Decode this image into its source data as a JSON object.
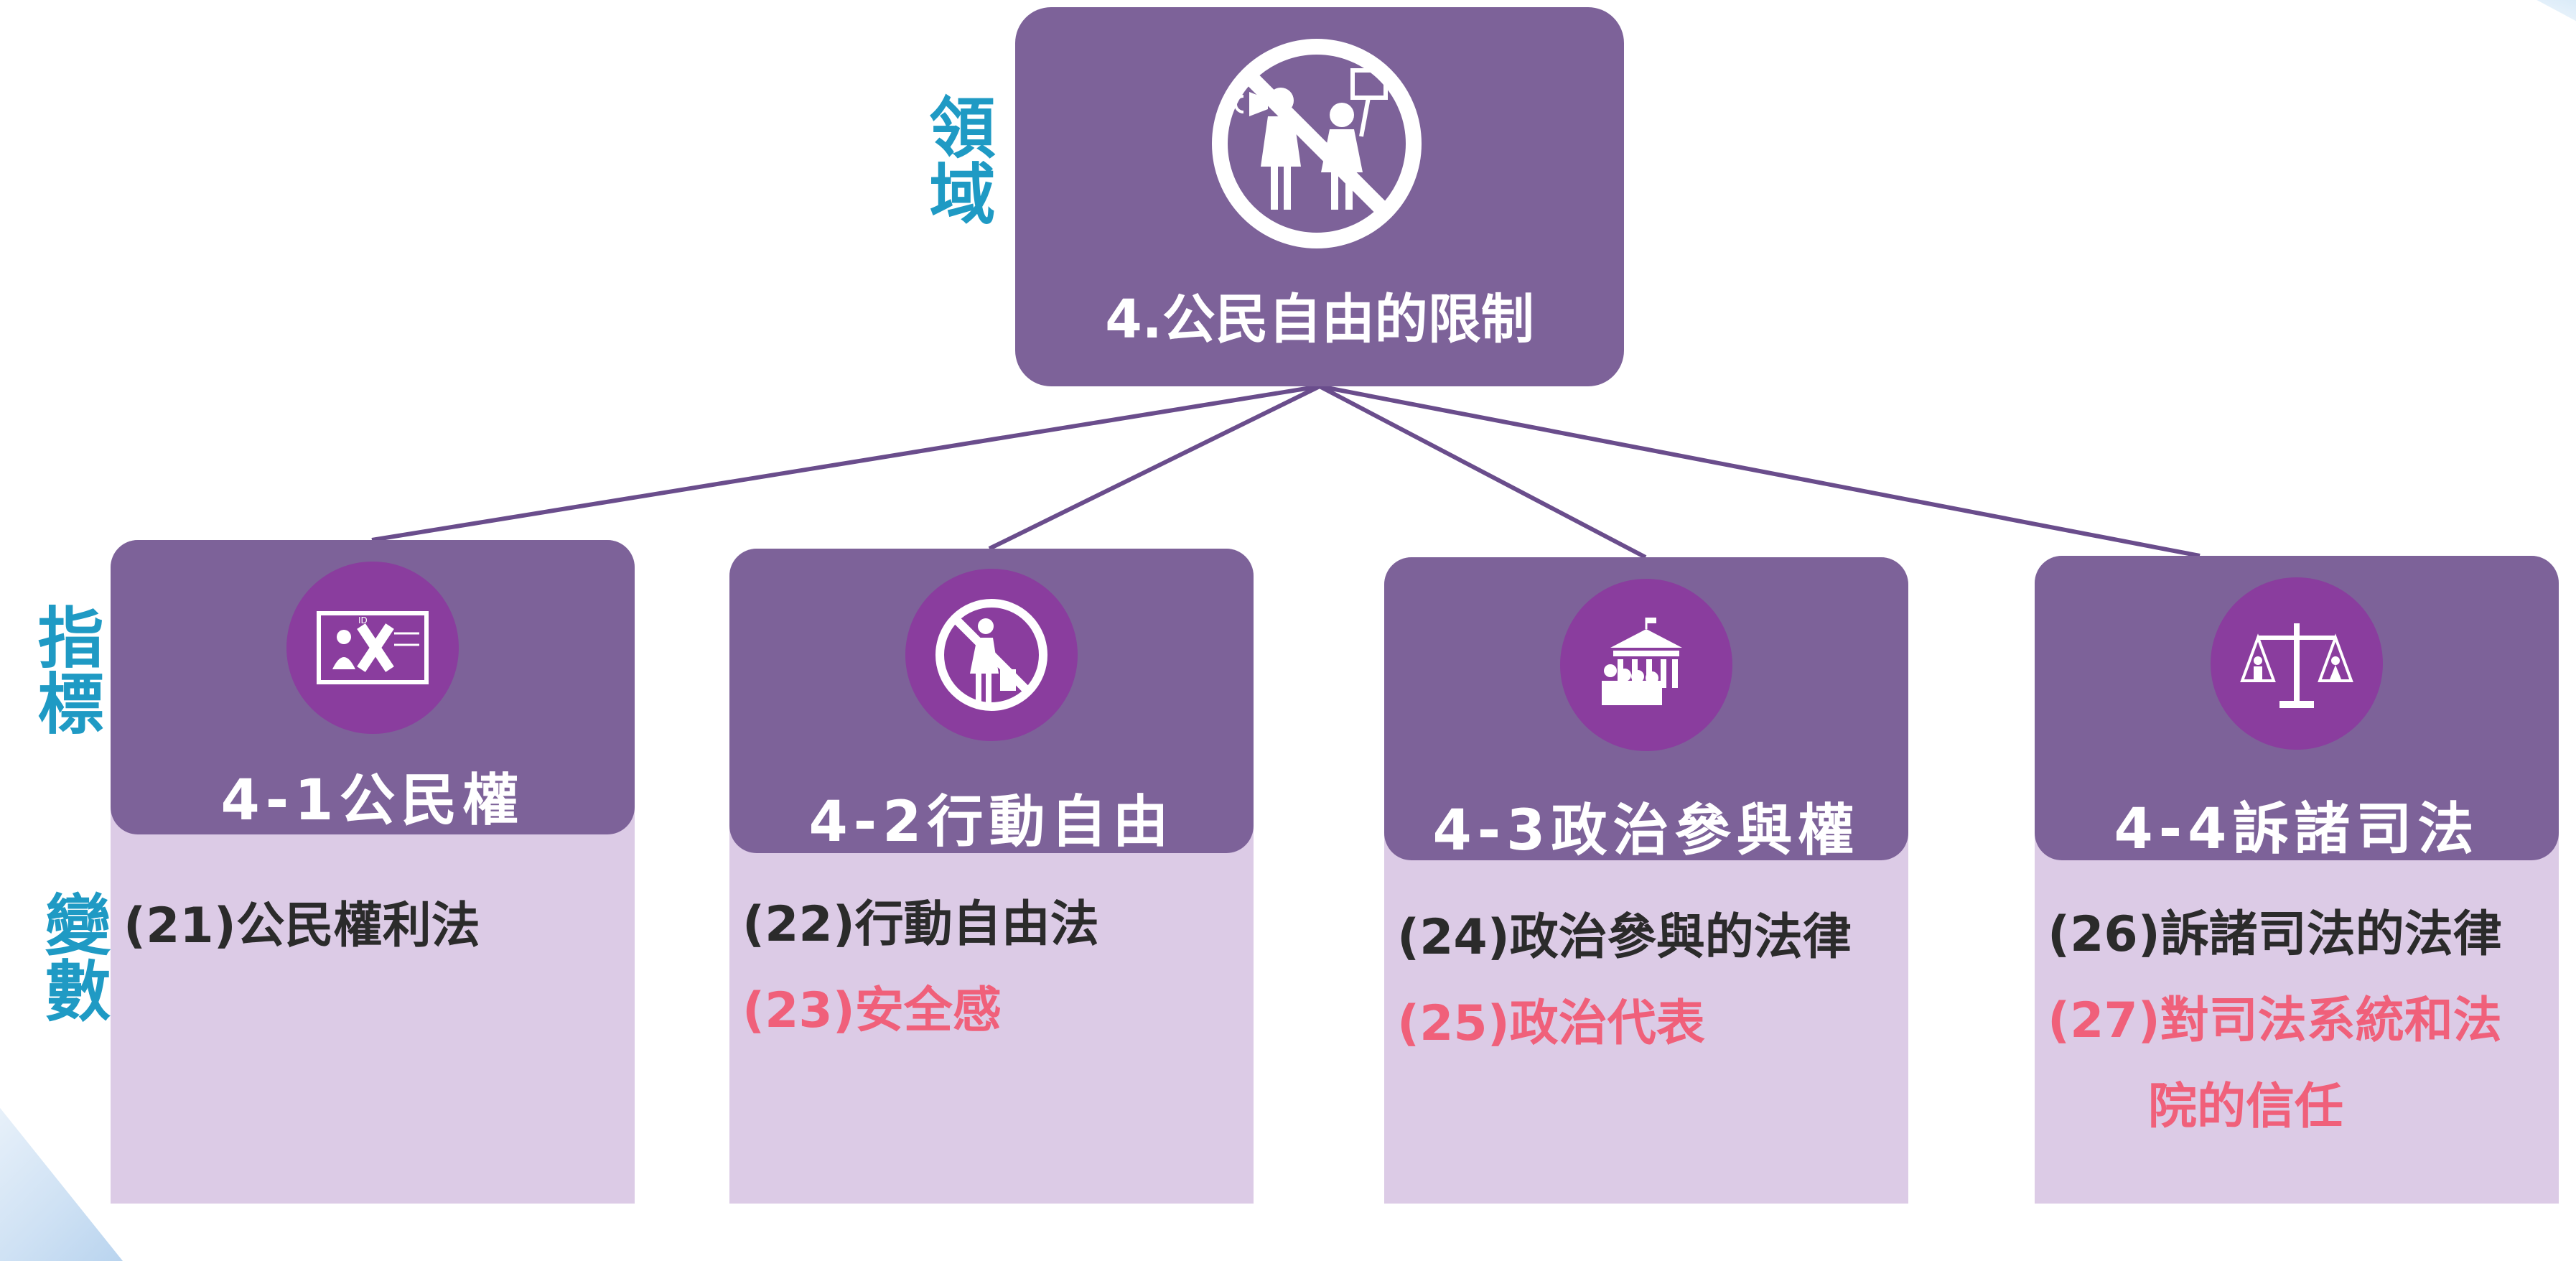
{
  "side_labels": {
    "domain": "領域",
    "indicator": "指標",
    "variable": "變數"
  },
  "root": {
    "title": "4.公民自由的限制",
    "icon": "no-protest-icon"
  },
  "indicators": [
    {
      "title": "4-1公民權",
      "icon": "id-card-no-icon",
      "icon_text": "ID",
      "variables": [
        {
          "text": "(21)公民權利法",
          "color": "#2b2b2b"
        }
      ]
    },
    {
      "title": "4-2行動自由",
      "icon": "no-travel-icon",
      "variables": [
        {
          "text": "(22)行動自由法",
          "color": "#2b2b2b"
        },
        {
          "text": "(23)安全感",
          "color": "#f0607a"
        }
      ]
    },
    {
      "title": "4-3政治參與權",
      "icon": "parliament-crowd-icon",
      "variables": [
        {
          "text": "(24)政治參與的法律",
          "color": "#2b2b2b"
        },
        {
          "text": "(25)政治代表",
          "color": "#f0607a"
        }
      ]
    },
    {
      "title": "4-4訴諸司法",
      "icon": "justice-scale-icon",
      "variables": [
        {
          "text": "(26)訴諸司法的法律",
          "color": "#2b2b2b"
        },
        {
          "text": "(27)對司法系統和法",
          "color": "#f0607a"
        },
        {
          "text": "院的信任",
          "color": "#f0607a"
        }
      ]
    }
  ],
  "colors": {
    "box": "#7d6299",
    "card_body": "#dccbe6",
    "badge": "#8a3d9e",
    "side_label": "#1f9ac4",
    "black_var": "#2b2b2b",
    "pink_var": "#f0607a"
  }
}
